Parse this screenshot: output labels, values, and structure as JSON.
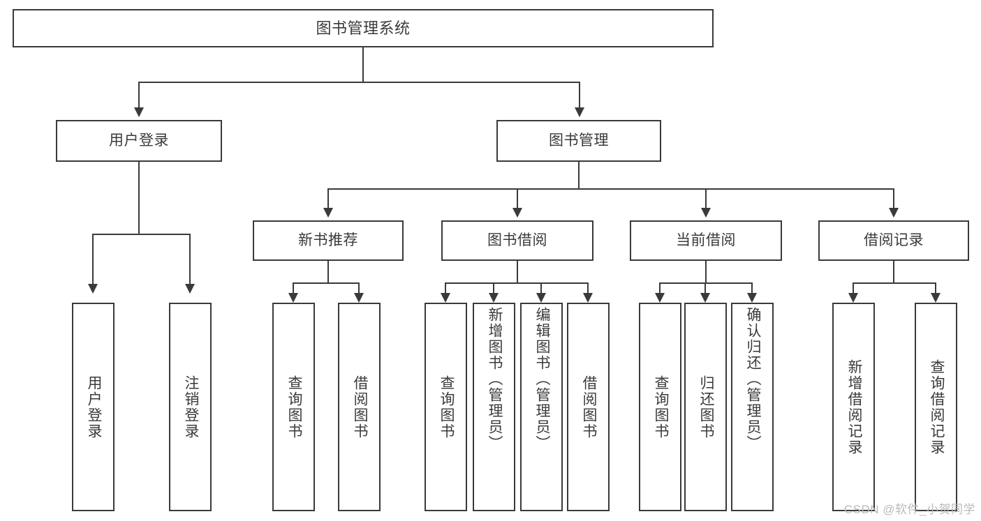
{
  "diagram": {
    "type": "tree-hierarchy-chart",
    "title": "图书管理系统",
    "watermark": "CSDN @软件_小贺同学",
    "colors": {
      "stroke": "#3a3a3a",
      "fill": "#ffffff",
      "text": "#3a3a3a",
      "watermark": "#b9b9b9"
    },
    "root": {
      "label": "图书管理系统"
    },
    "level1": [
      {
        "label": "用户登录"
      },
      {
        "label": "图书管理"
      }
    ],
    "level2": [
      {
        "label": "新书推荐"
      },
      {
        "label": "图书借阅"
      },
      {
        "label": "当前借阅"
      },
      {
        "label": "借阅记录"
      }
    ],
    "leaves": {
      "user_login": [
        {
          "label": "用户登录"
        },
        {
          "label": "注销登录"
        }
      ],
      "new_book": [
        {
          "label": "查询图书"
        },
        {
          "label": "借阅图书"
        }
      ],
      "book_borrow": [
        {
          "label": "查询图书"
        },
        {
          "label": "新增图书（管理员）"
        },
        {
          "label": "编辑图书（管理员）"
        },
        {
          "label": "借阅图书"
        }
      ],
      "current_borrow": [
        {
          "label": "查询图书"
        },
        {
          "label": "归还图书"
        },
        {
          "label": "确认归还（管理员）"
        }
      ],
      "borrow_record": [
        {
          "label": "新增借阅记录"
        },
        {
          "label": "查询借阅记录"
        }
      ]
    }
  }
}
